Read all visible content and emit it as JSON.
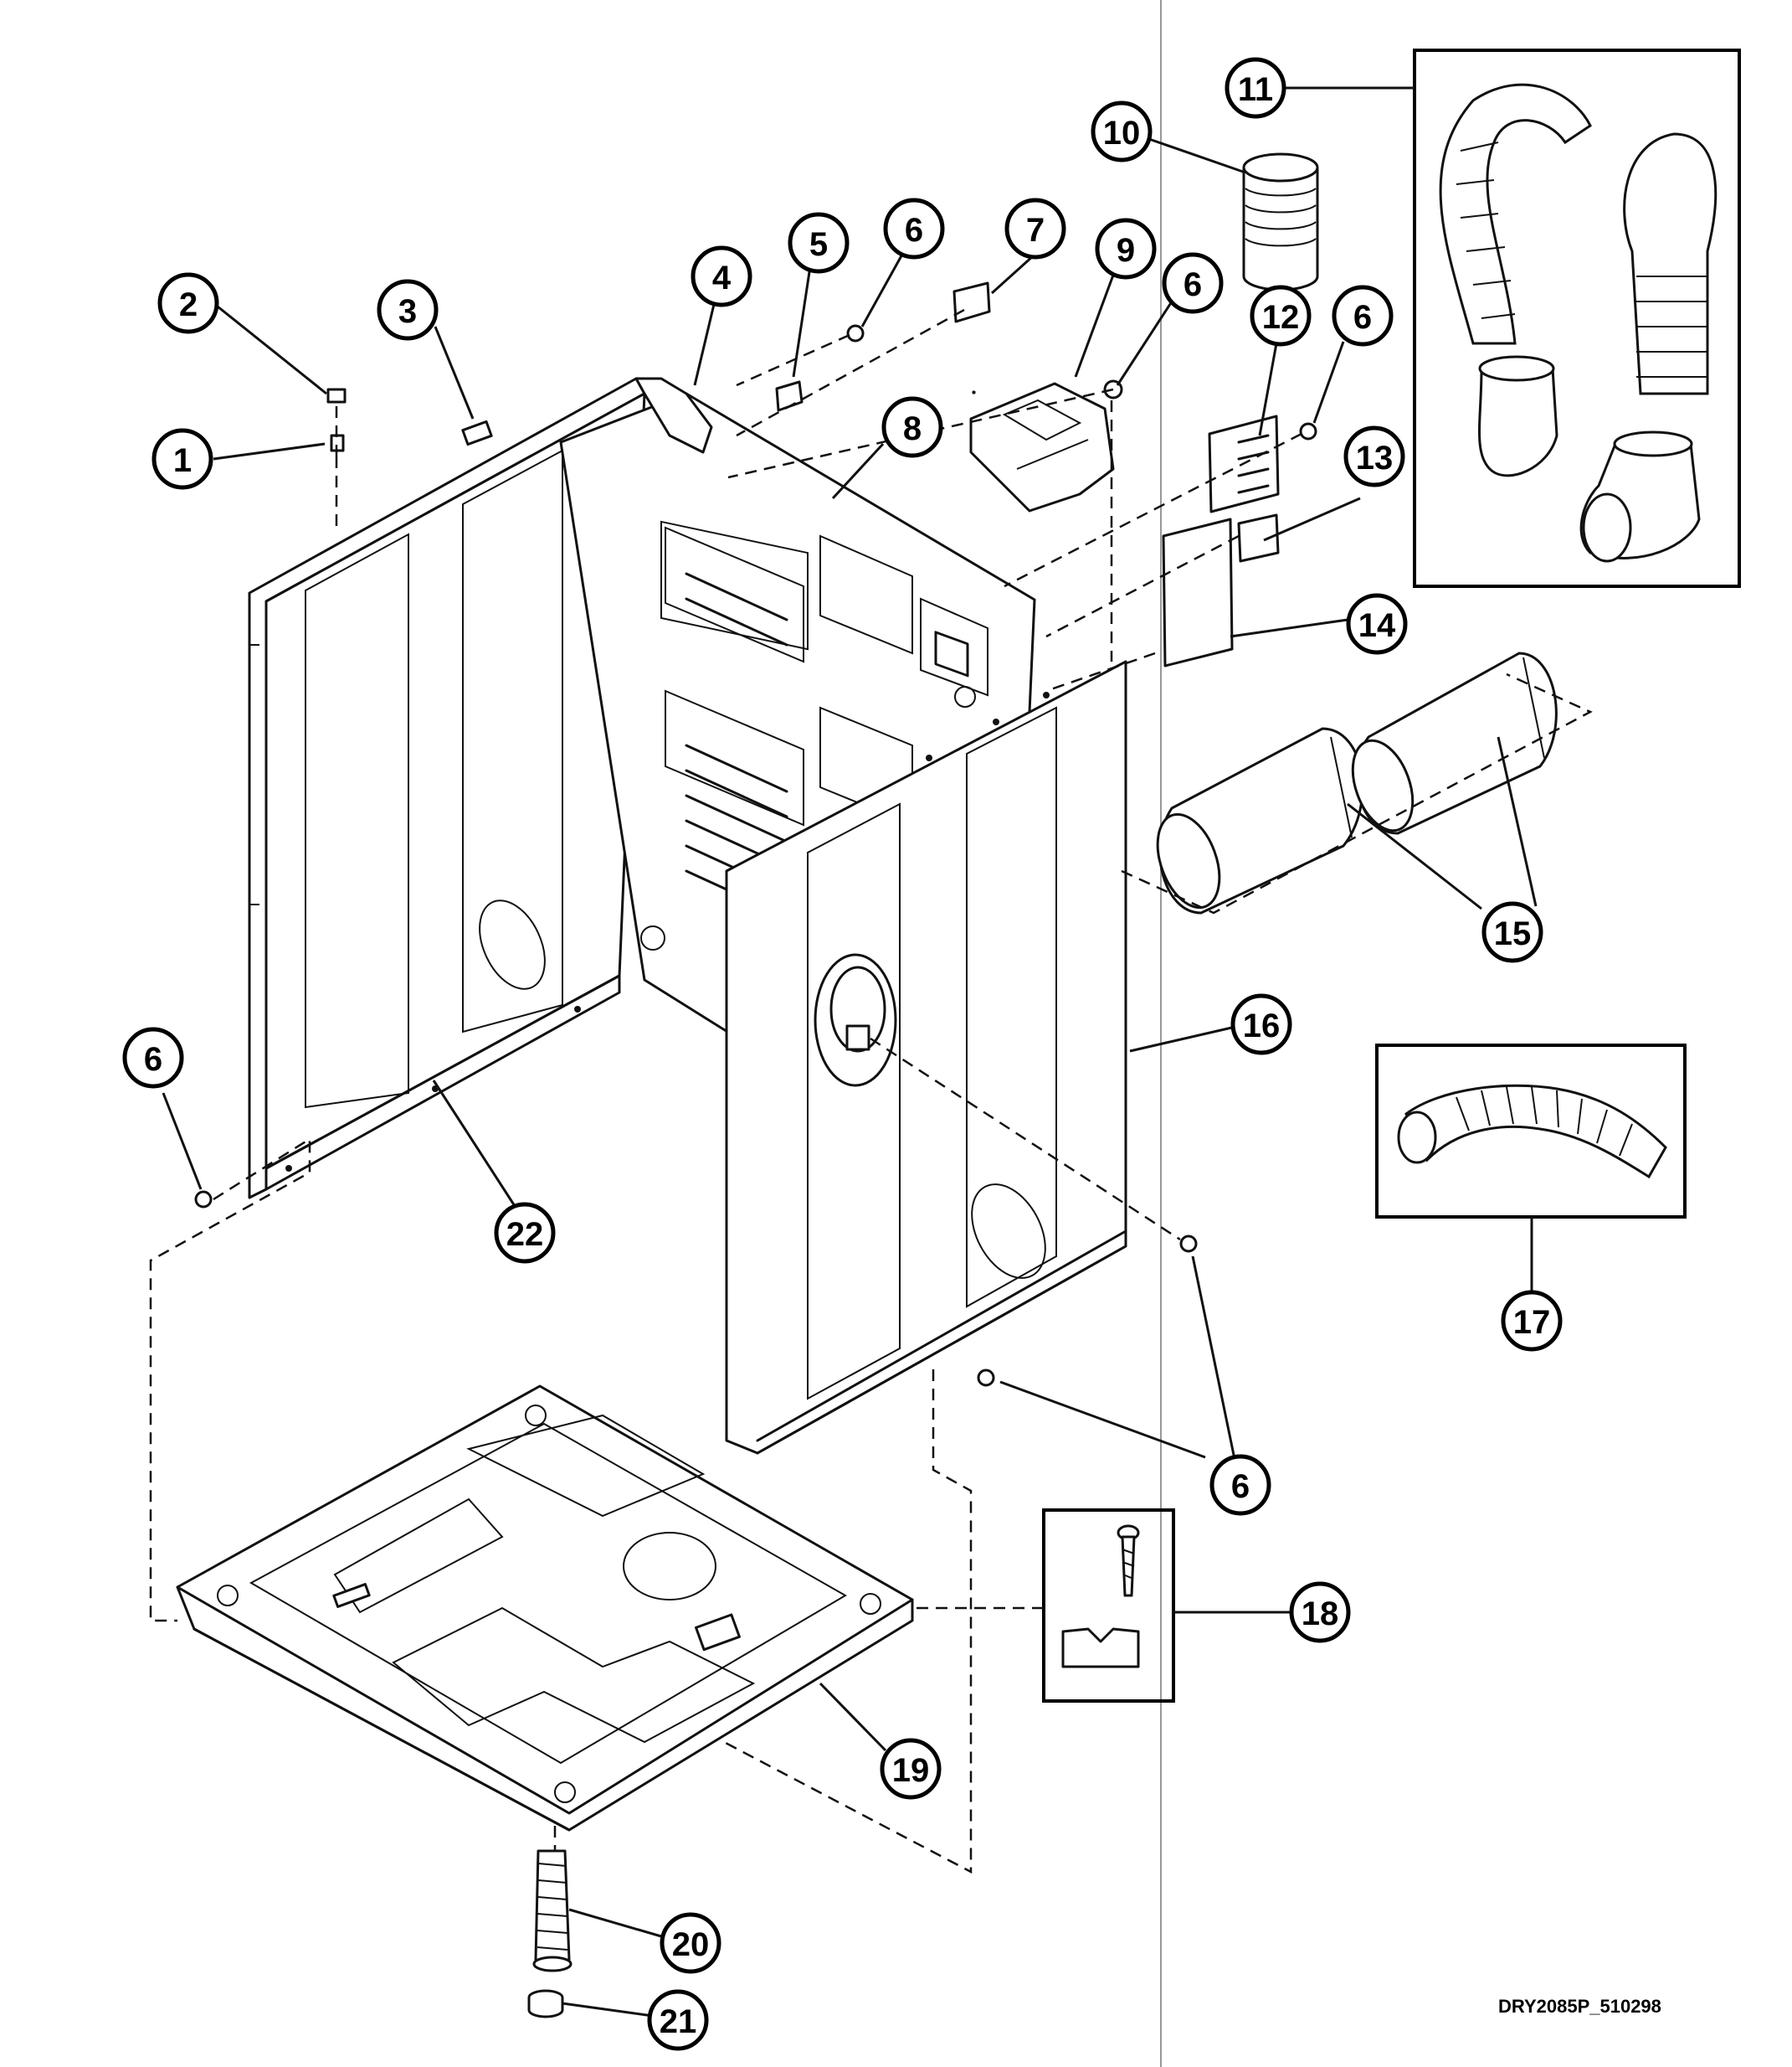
{
  "drawing_code": "DRY2085P_510298",
  "callouts": [
    {
      "id": "c1",
      "label": "1"
    },
    {
      "id": "c2",
      "label": "2"
    },
    {
      "id": "c3",
      "label": "3"
    },
    {
      "id": "c4",
      "label": "4"
    },
    {
      "id": "c5",
      "label": "5"
    },
    {
      "id": "c6a",
      "label": "6"
    },
    {
      "id": "c7",
      "label": "7"
    },
    {
      "id": "c8",
      "label": "8"
    },
    {
      "id": "c9",
      "label": "9"
    },
    {
      "id": "c6b",
      "label": "6"
    },
    {
      "id": "c10",
      "label": "10"
    },
    {
      "id": "c11",
      "label": "11"
    },
    {
      "id": "c12",
      "label": "12"
    },
    {
      "id": "c6c",
      "label": "6"
    },
    {
      "id": "c13",
      "label": "13"
    },
    {
      "id": "c14",
      "label": "14"
    },
    {
      "id": "c15",
      "label": "15"
    },
    {
      "id": "c16",
      "label": "16"
    },
    {
      "id": "c6d",
      "label": "6"
    },
    {
      "id": "c22",
      "label": "22"
    },
    {
      "id": "c17",
      "label": "17"
    },
    {
      "id": "c6e",
      "label": "6"
    },
    {
      "id": "c18",
      "label": "18"
    },
    {
      "id": "c19",
      "label": "19"
    },
    {
      "id": "c20",
      "label": "20"
    },
    {
      "id": "c21",
      "label": "21"
    }
  ]
}
